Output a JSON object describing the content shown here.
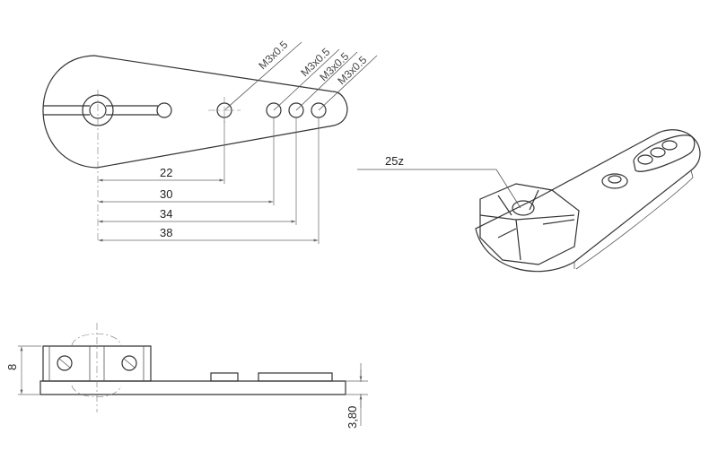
{
  "callouts": {
    "hole1": "M3x0.5",
    "hole2": "M3x0.5",
    "hole3": "M3x0.5",
    "hole4": "M3x0.5",
    "spline": "25z"
  },
  "dimensions": {
    "d22": "22",
    "d30": "30",
    "d34": "34",
    "d38": "38",
    "height": "8",
    "thickness": "3,80"
  }
}
